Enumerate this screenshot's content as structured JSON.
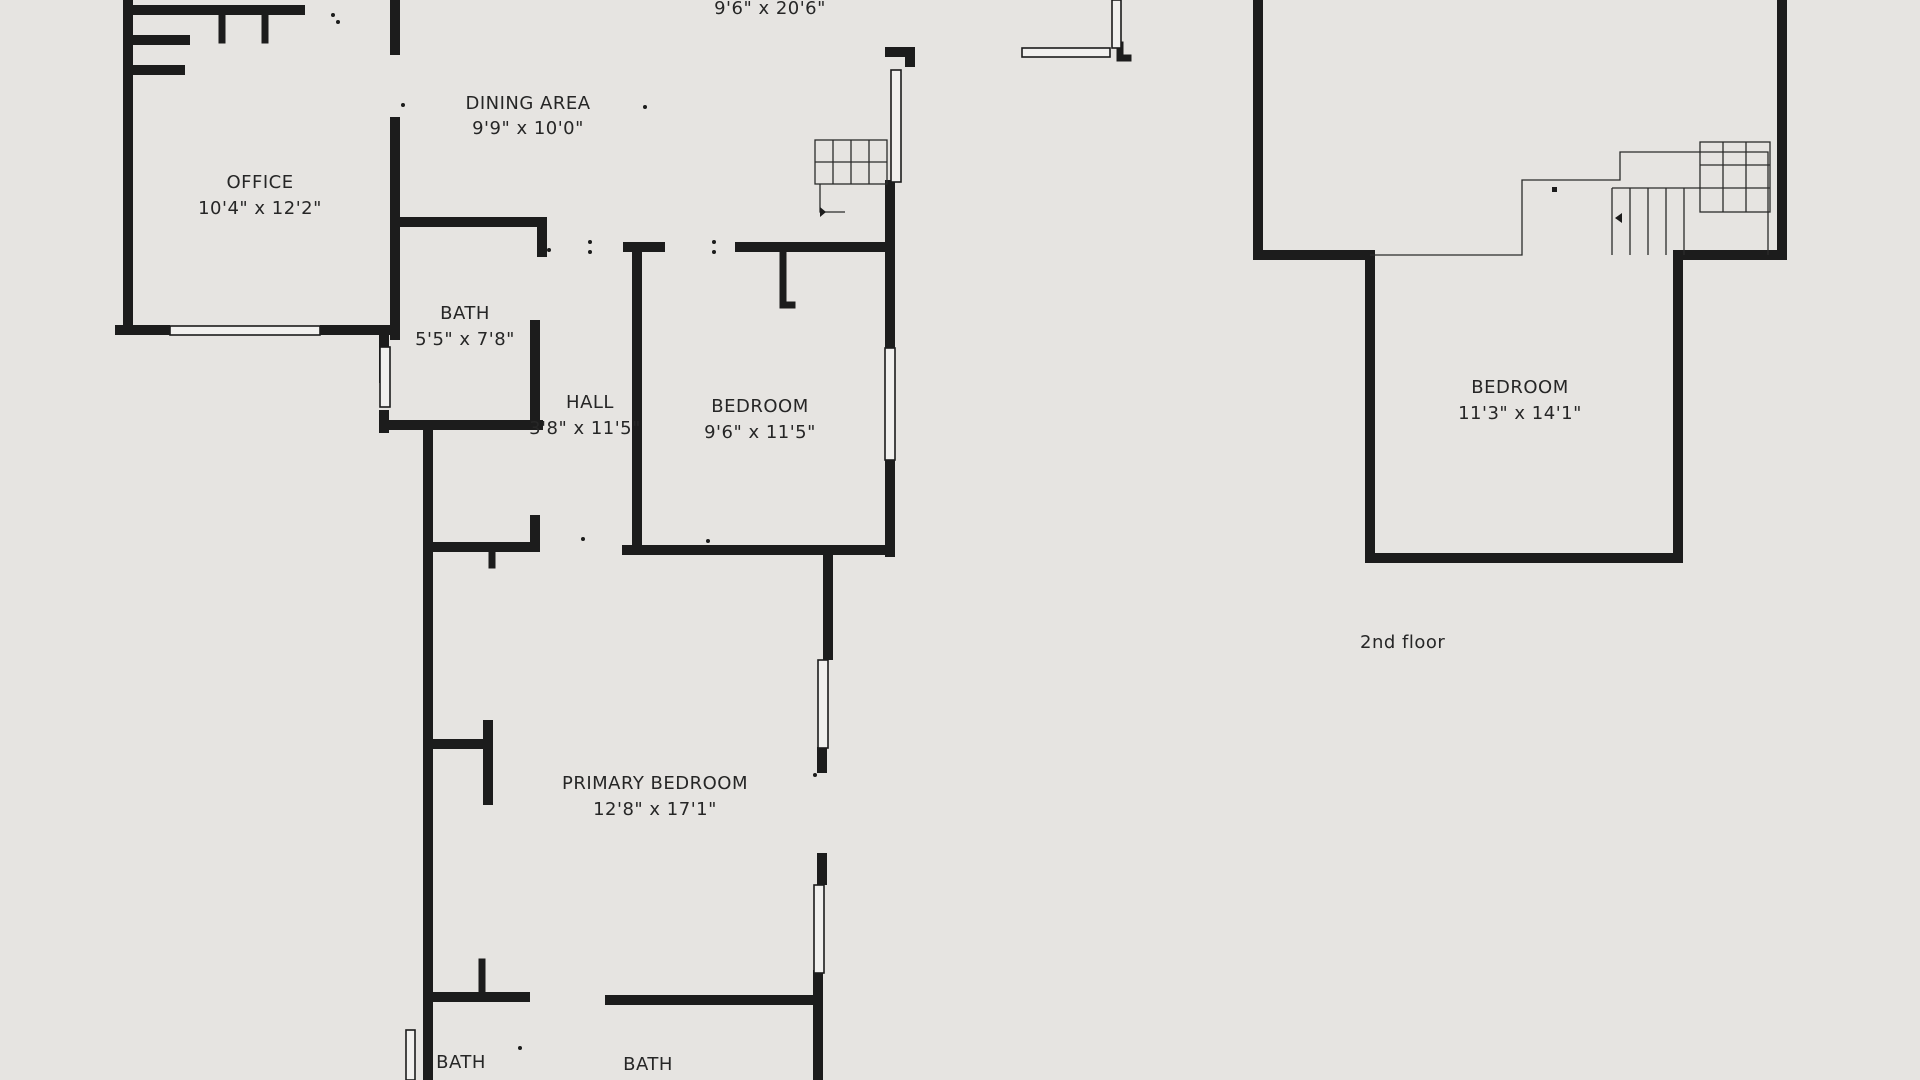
{
  "floor_plan": {
    "first_floor": {
      "top_room_dims": "9'6\" x 20'6\"",
      "rooms": [
        {
          "name": "DINING AREA",
          "dims": "9'9\" x 10'0\""
        },
        {
          "name": "OFFICE",
          "dims": "10'4\" x 12'2\""
        },
        {
          "name": "BATH",
          "dims": "5'5\" x 7'8\""
        },
        {
          "name": "HALL",
          "dims": "3'8\" x 11'5\""
        },
        {
          "name": "BEDROOM",
          "dims": "9'6\" x 11'5\""
        },
        {
          "name": "PRIMARY BEDROOM",
          "dims": "12'8\" x 17'1\""
        },
        {
          "name": "BATH",
          "dims": ""
        },
        {
          "name": "BATH",
          "dims": ""
        }
      ]
    },
    "second_floor": {
      "caption": "2nd floor",
      "rooms": [
        {
          "name": "BEDROOM",
          "dims": "11'3\" x 14'1\""
        }
      ]
    }
  },
  "colors": {
    "paper": "#e6e4e1",
    "ink": "#1c1c1c"
  }
}
